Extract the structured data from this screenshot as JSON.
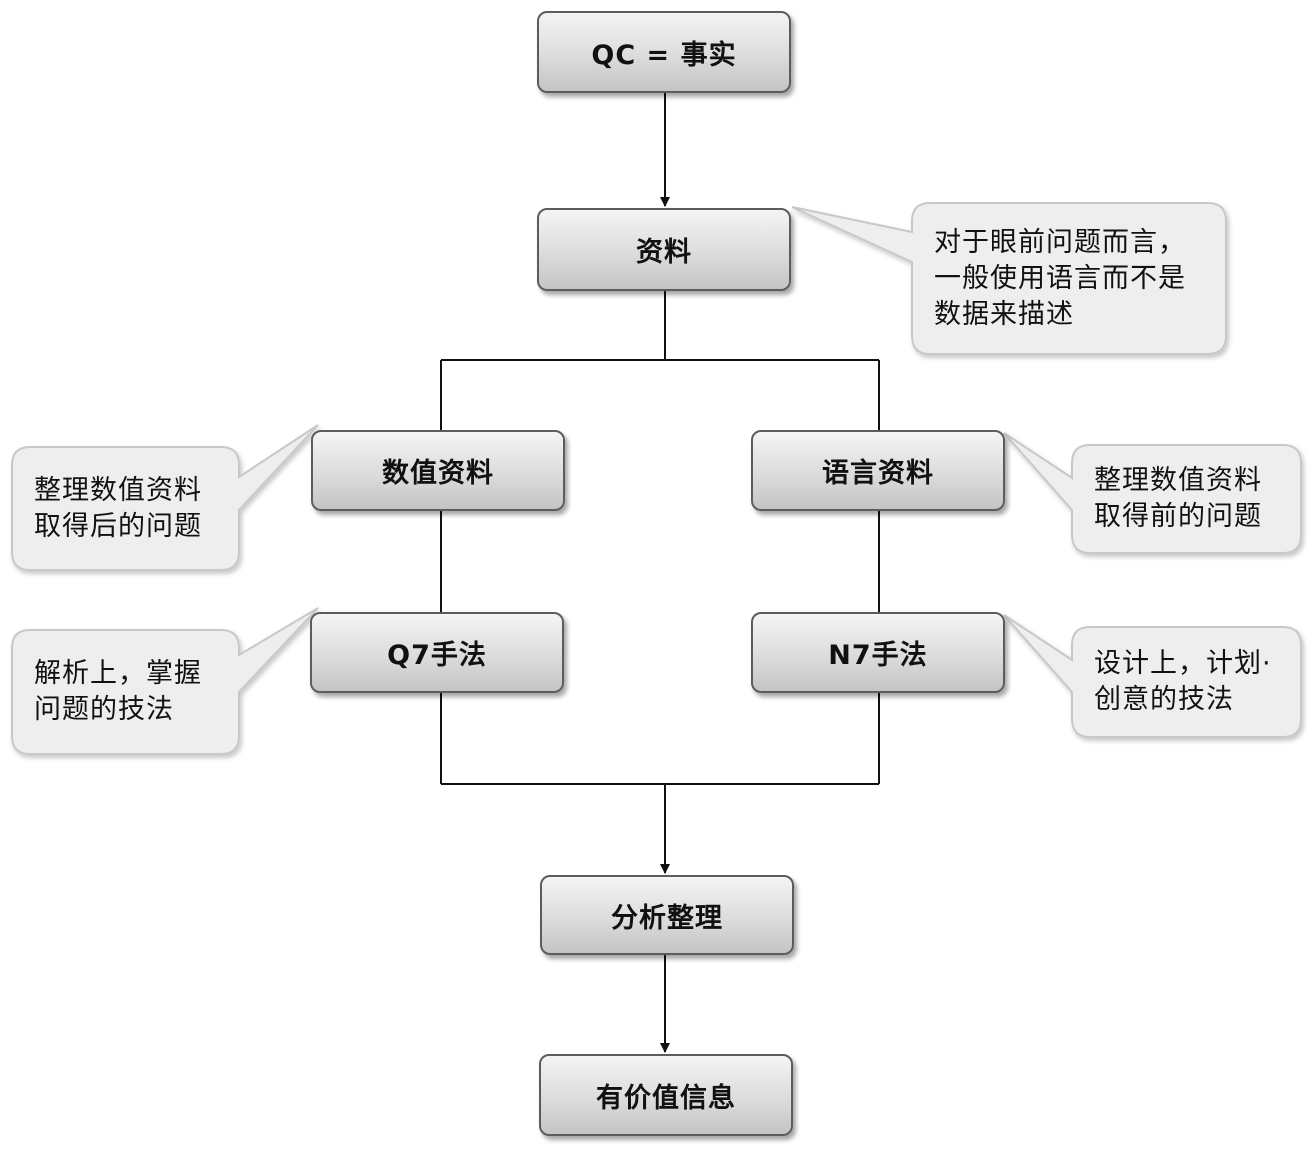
{
  "nodes": {
    "qc_fact": "QC = 事实",
    "data": "资料",
    "numeric_data": "数值资料",
    "language_data": "语言资料",
    "q7": "Q7手法",
    "n7": "N7手法",
    "analysis": "分析整理",
    "valuable_info": "有价值信息"
  },
  "callouts": {
    "data_note": [
      "对于眼前问题而言，",
      "一般使用语言而不是",
      "数据来描述"
    ],
    "numeric_note": [
      "整理数值资料",
      "取得后的问题"
    ],
    "language_note": [
      "整理数值资料",
      "取得前的问题"
    ],
    "q7_note": [
      "解析上，掌握",
      "问题的技法"
    ],
    "n7_note": [
      "设计上，计划·",
      "创意的技法"
    ]
  },
  "colors": {
    "node_border": "#5c5c5c",
    "node_fill_top": "#f4f4f4",
    "node_fill_bottom": "#c4c4c4",
    "callout_fill": "#eeeeee",
    "callout_border": "#c8c8c8",
    "line": "#111111"
  }
}
